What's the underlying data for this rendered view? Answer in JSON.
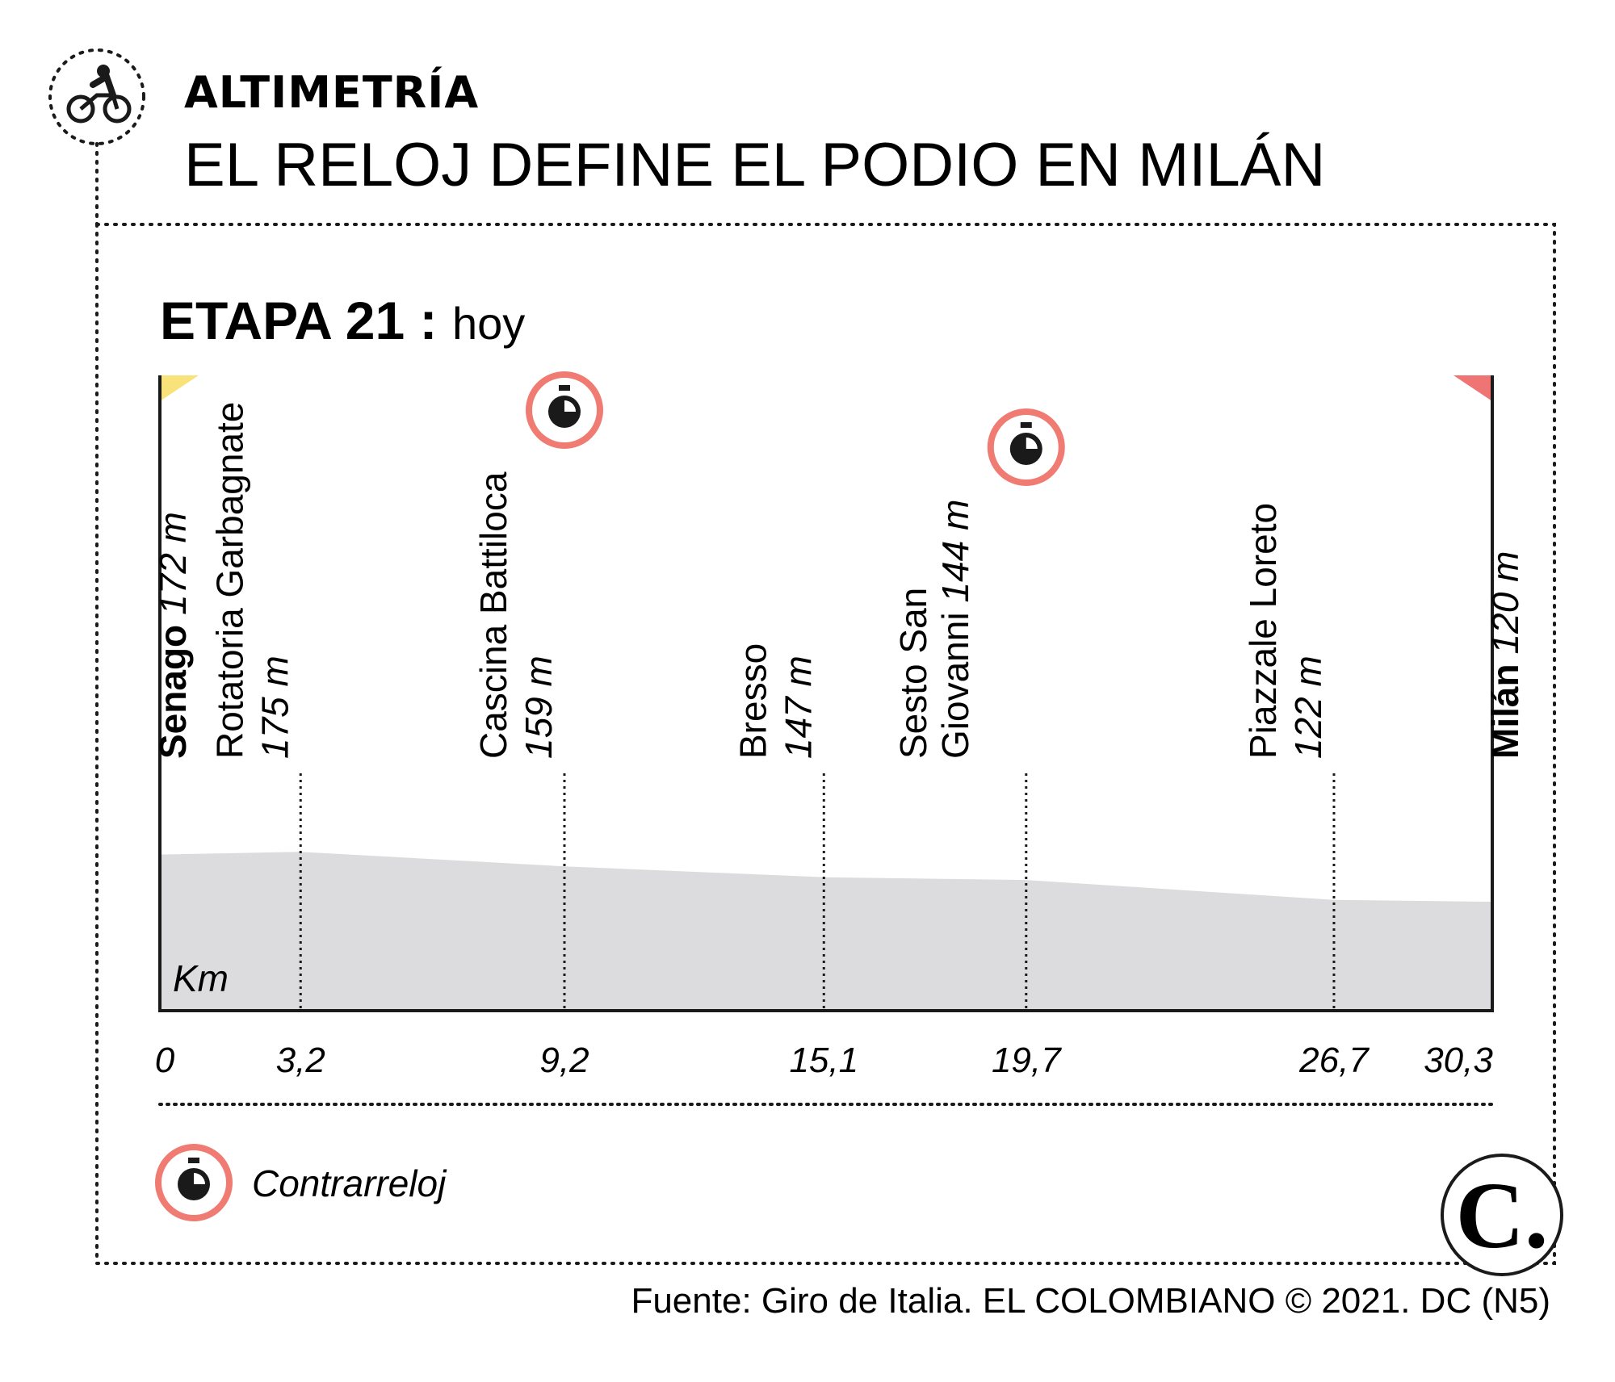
{
  "header": {
    "section_label": "ALTIMETRÍA",
    "title": "EL RELOJ DEFINE EL PODIO EN MILÁN",
    "icon": "cyclist-icon"
  },
  "stage": {
    "label": "ETAPA 21 :",
    "when": "hoy"
  },
  "chart_data": {
    "type": "area",
    "xlabel": "Km",
    "xlim": [
      0,
      30.3
    ],
    "x_ticks": [
      "0",
      "3,2",
      "9,2",
      "15,1",
      "19,7",
      "26,7",
      "30,3"
    ],
    "profile": {
      "x": [
        0,
        3.2,
        9.2,
        15.1,
        19.7,
        26.7,
        30.3
      ],
      "y": [
        172,
        175,
        159,
        147,
        144,
        122,
        120
      ]
    },
    "ylim": [
      0,
      700
    ],
    "points": [
      {
        "km": 0,
        "km_label": "0",
        "name": "Senago",
        "alt": "172 m",
        "bold": true,
        "flag": "start",
        "timecheck": false
      },
      {
        "km": 3.2,
        "km_label": "3,2",
        "name": "Rotatoria Garbagnate",
        "alt": "175 m",
        "bold": false,
        "timecheck": false
      },
      {
        "km": 9.2,
        "km_label": "9,2",
        "name": "Cascina Battiloca",
        "alt": "159 m",
        "bold": false,
        "timecheck": true
      },
      {
        "km": 15.1,
        "km_label": "15,1",
        "name": "Bresso",
        "alt": "147 m",
        "bold": false,
        "timecheck": false
      },
      {
        "km": 19.7,
        "km_label": "19,7",
        "name_lines": [
          "Sesto San",
          "Giovanni"
        ],
        "alt": "144 m",
        "bold": false,
        "timecheck": true
      },
      {
        "km": 26.7,
        "km_label": "26,7",
        "name": "Piazzale Loreto",
        "alt": "122 m",
        "bold": false,
        "timecheck": false
      },
      {
        "km": 30.3,
        "km_label": "30,3",
        "name": "Milán",
        "alt": "120 m",
        "bold": true,
        "flag": "finish",
        "timecheck": false
      }
    ],
    "colors": {
      "profile_fill": "#dcdcde",
      "start_flag": "#f8e27a",
      "finish_flag": "#ef7474",
      "timecheck_ring": "#ef7b72"
    }
  },
  "legend": {
    "items": [
      {
        "icon": "stopwatch-icon",
        "label": "Contrarreloj"
      }
    ]
  },
  "footer": {
    "source": "Fuente: Giro de Italia. EL COLOMBIANO © 2021. DC (N5)",
    "logo": "C."
  }
}
